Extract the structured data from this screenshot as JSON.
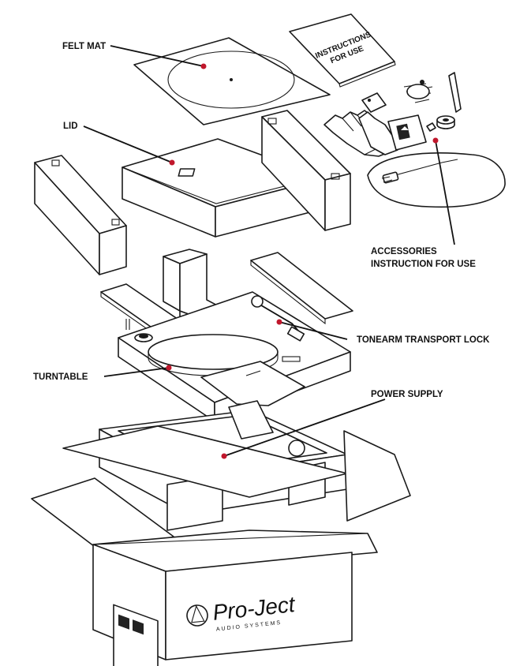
{
  "labels": {
    "felt_mat": "FELT MAT",
    "lid": "LID",
    "accessories_line1": "ACCESSORIES",
    "accessories_line2": "INSTRUCTION FOR USE",
    "tonearm_lock": "TONEARM TRANSPORT LOCK",
    "turntable": "TURNTABLE",
    "power_supply": "POWER SUPPLY"
  },
  "manual": {
    "line1": "INSTRUCTIONS",
    "line2": "FOR USE"
  },
  "brand": {
    "name": "Pro-Ject",
    "tagline": "AUDIO SYSTEMS"
  },
  "colors": {
    "marker": "#c0172c",
    "ink": "#1a1a1a"
  }
}
